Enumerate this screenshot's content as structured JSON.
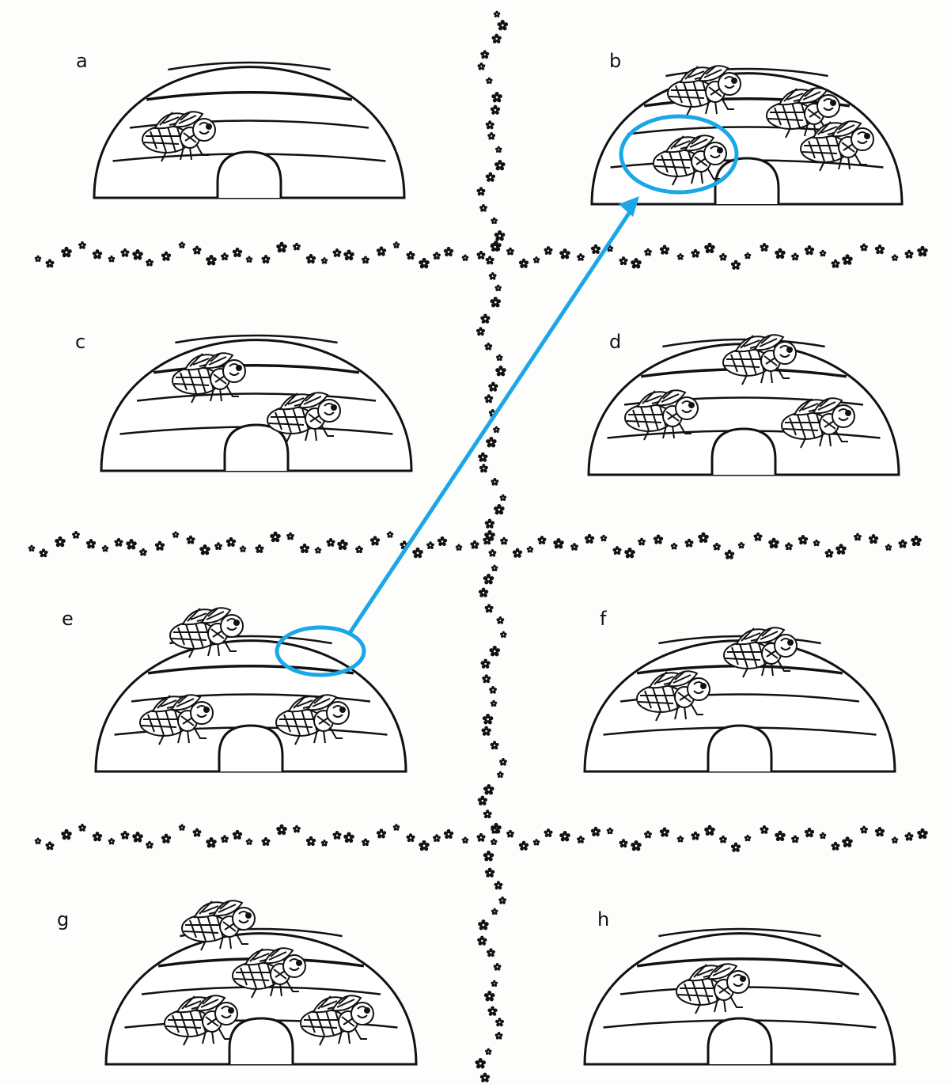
{
  "panels": [
    {
      "label": "a",
      "bee_count": 1
    },
    {
      "label": "b",
      "bee_count": 4
    },
    {
      "label": "c",
      "bee_count": 2
    },
    {
      "label": "d",
      "bee_count": 3
    },
    {
      "label": "e",
      "bee_count": 3
    },
    {
      "label": "f",
      "bee_count": 2
    },
    {
      "label": "g",
      "bee_count": 4
    },
    {
      "label": "h",
      "bee_count": 1
    }
  ],
  "annotation": {
    "from_panel": "e",
    "to_panel": "b",
    "color": "#1aa7e8"
  },
  "colors": {
    "ink": "#111111",
    "paper": "#fdfdfb",
    "highlight": "#1aa7e8"
  }
}
